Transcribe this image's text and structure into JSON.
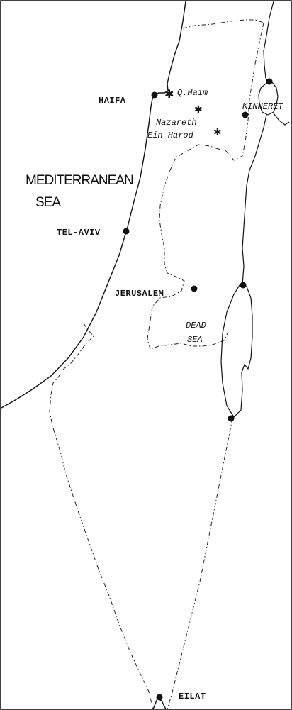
{
  "map": {
    "seas": {
      "mediterranean_line1": "MEDITERRANEAN",
      "mediterranean_line2": "SEA",
      "dead_sea_line1": "DEAD",
      "dead_sea_line2": "SEA"
    },
    "lake": "KINNERET",
    "cities": {
      "haifa": "HAIFA",
      "tel_aviv": "TEL-AVIV",
      "jerusalem": "JERUSALEM",
      "eilat": "EILAT"
    },
    "sites": {
      "q_haim": "Q.Haim",
      "nazareth": "Nazareth",
      "ein_harod": "Ein Harod"
    }
  }
}
